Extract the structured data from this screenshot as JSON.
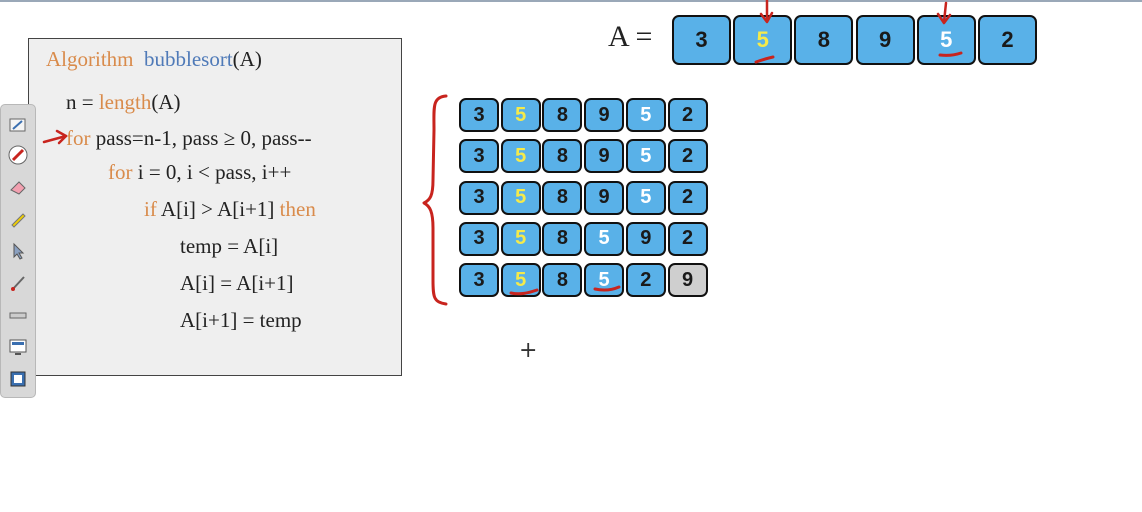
{
  "algorithm": {
    "title_keyword": "Algorithm",
    "name": "bubblesort",
    "param": "(A)",
    "lines": [
      {
        "parts": [
          {
            "t": "n = ",
            "c": "txt"
          },
          {
            "t": "length",
            "c": "kw"
          },
          {
            "t": "(A)",
            "c": "txt"
          }
        ]
      },
      {
        "parts": [
          {
            "t": "for",
            "c": "kw"
          },
          {
            "t": " pass=n-1, pass ≥ 0, pass--",
            "c": "txt"
          }
        ]
      },
      {
        "parts": [
          {
            "t": "for",
            "c": "kw"
          },
          {
            "t": " i = 0, i < pass, i++",
            "c": "txt"
          }
        ]
      },
      {
        "parts": [
          {
            "t": "if",
            "c": "kw"
          },
          {
            "t": " A[i] > A[i+1] ",
            "c": "txt"
          },
          {
            "t": "then",
            "c": "kw"
          }
        ]
      },
      {
        "parts": [
          {
            "t": "temp = A[i]",
            "c": "txt"
          }
        ]
      },
      {
        "parts": [
          {
            "t": "A[i] = A[i+1]",
            "c": "txt"
          }
        ]
      },
      {
        "parts": [
          {
            "t": "A[i+1] = temp",
            "c": "txt"
          }
        ]
      }
    ]
  },
  "array_label": "A =",
  "array": [
    {
      "v": "3",
      "hl": ""
    },
    {
      "v": "5",
      "hl": "yellow"
    },
    {
      "v": "8",
      "hl": ""
    },
    {
      "v": "9",
      "hl": ""
    },
    {
      "v": "5",
      "hl": "white"
    },
    {
      "v": "2",
      "hl": ""
    }
  ],
  "passes": [
    [
      {
        "v": "3",
        "hl": ""
      },
      {
        "v": "5",
        "hl": "yellow"
      },
      {
        "v": "8",
        "hl": ""
      },
      {
        "v": "9",
        "hl": ""
      },
      {
        "v": "5",
        "hl": "white"
      },
      {
        "v": "2",
        "hl": ""
      }
    ],
    [
      {
        "v": "3",
        "hl": ""
      },
      {
        "v": "5",
        "hl": "yellow"
      },
      {
        "v": "8",
        "hl": ""
      },
      {
        "v": "9",
        "hl": ""
      },
      {
        "v": "5",
        "hl": "white"
      },
      {
        "v": "2",
        "hl": ""
      }
    ],
    [
      {
        "v": "3",
        "hl": ""
      },
      {
        "v": "5",
        "hl": "yellow"
      },
      {
        "v": "8",
        "hl": ""
      },
      {
        "v": "9",
        "hl": ""
      },
      {
        "v": "5",
        "hl": "white"
      },
      {
        "v": "2",
        "hl": ""
      }
    ],
    [
      {
        "v": "3",
        "hl": ""
      },
      {
        "v": "5",
        "hl": "yellow"
      },
      {
        "v": "8",
        "hl": ""
      },
      {
        "v": "5",
        "hl": "white"
      },
      {
        "v": "9",
        "hl": ""
      },
      {
        "v": "2",
        "hl": ""
      }
    ],
    [
      {
        "v": "3",
        "hl": ""
      },
      {
        "v": "5",
        "hl": "yellow"
      },
      {
        "v": "8",
        "hl": ""
      },
      {
        "v": "5",
        "hl": "white"
      },
      {
        "v": "2",
        "hl": ""
      },
      {
        "v": "9",
        "hl": "sorted"
      }
    ]
  ],
  "toolbar": {
    "tools": [
      "pen-icon",
      "pen-color-icon",
      "eraser-icon",
      "highlighter-icon",
      "pointer-icon",
      "laser-pen-icon",
      "ruler-icon",
      "screen-icon",
      "screenshot-icon"
    ]
  },
  "colors": {
    "cell_blue": "#59b1e8",
    "cell_sorted": "#cfcfcf",
    "keyword": "#d98b4b",
    "function_name": "#4f7ab8",
    "highlight_yellow": "#f5ea4a",
    "annotation_red": "#c8241e"
  },
  "cursor": "+"
}
